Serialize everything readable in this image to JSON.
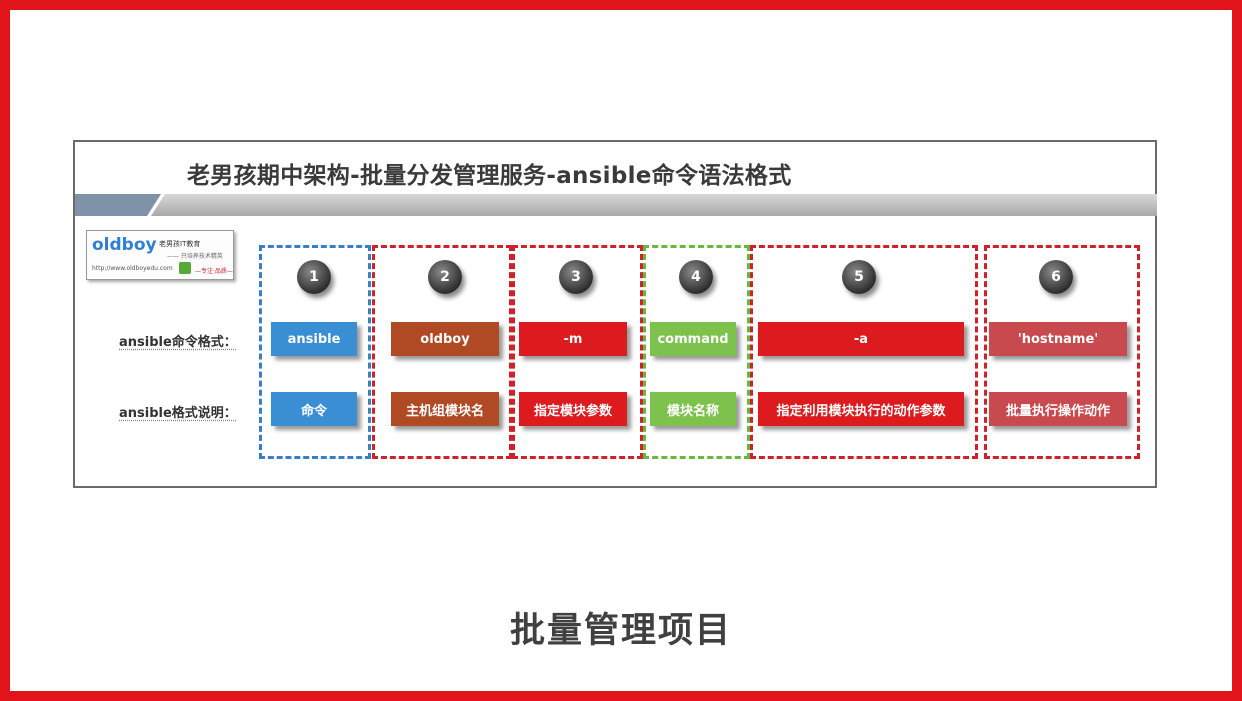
{
  "slide": {
    "title": "老男孩期中架构-批量分发管理服务-ansible命令语法格式"
  },
  "logo": {
    "brand": "oldboy",
    "tagline": "老男孩IT教育",
    "subline": "—— 只培养技术精英",
    "url": "http://www.oldboyedu.com",
    "slogan": "—专注·品质—"
  },
  "row_labels": {
    "format": "ansible命令格式：",
    "explain": "ansible格式说明："
  },
  "columns": [
    {
      "num": "1",
      "command": "ansible",
      "explain": "命令",
      "color": "#3a8ed4",
      "border": "#3a7ec8"
    },
    {
      "num": "2",
      "command": "oldboy",
      "explain": "主机组模块名",
      "color": "#b04a25",
      "border": "#d0202a"
    },
    {
      "num": "3",
      "command": "-m",
      "explain": "指定模块参数",
      "color": "#dd1a1d",
      "border": "#d0202a"
    },
    {
      "num": "4",
      "command": "command",
      "explain": "模块名称",
      "color": "#7ec24e",
      "border": "#6ab83a"
    },
    {
      "num": "5",
      "command": "-a",
      "explain": "指定利用模块执行的动作参数",
      "color": "#dd1a1d",
      "border": "#d0202a"
    },
    {
      "num": "6",
      "command": "'hostname'",
      "explain": "批量执行操作动作",
      "color": "#c84a4e",
      "border": "#d0202a"
    }
  ],
  "caption": "批量管理项目"
}
